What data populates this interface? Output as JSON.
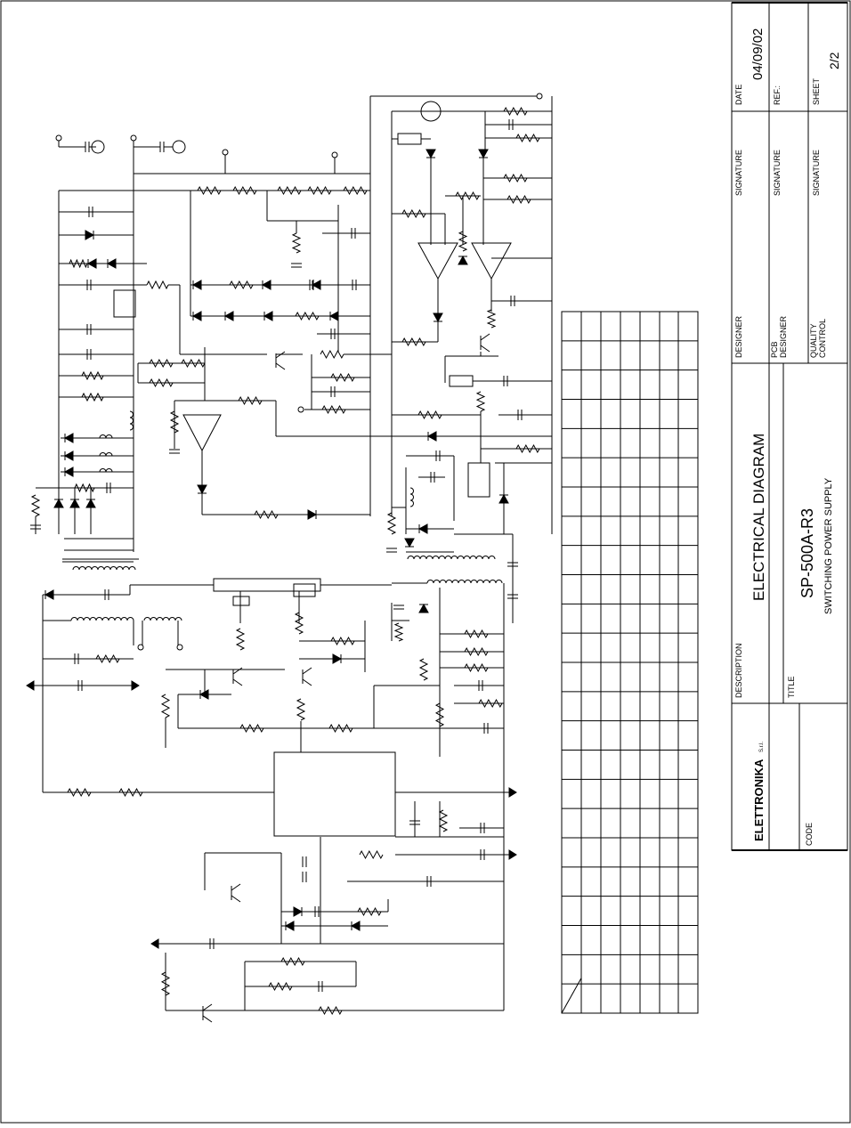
{
  "title_block": {
    "date_label": "DATE",
    "date_value": "04/09/02",
    "ref_label": "REF.:",
    "sheet_label": "SHEET",
    "sheet_value": "2/2",
    "signature_label_1": "SIGNATURE",
    "signature_label_2": "SIGNATURE",
    "signature_label_3": "SIGNATURE",
    "designer_label": "DESIGNER",
    "pcb_label_1": "PCB",
    "pcb_label_2": "DESIGNER",
    "qc_label_1": "QUALITY",
    "qc_label_2": "CONTROL",
    "description_label": "DESCRIPTION",
    "description_value": "ELECTRICAL DIAGRAM",
    "title_label": "TITLE",
    "title_value": "SP-500A-R3",
    "subtitle_value": "SWITCHING POWER SUPPLY",
    "code_label": "CODE",
    "company_name": "ELETTRONIKA",
    "company_suffix": "S.r.l."
  },
  "colors": {
    "ink": "#000000",
    "paper": "#ffffff"
  }
}
